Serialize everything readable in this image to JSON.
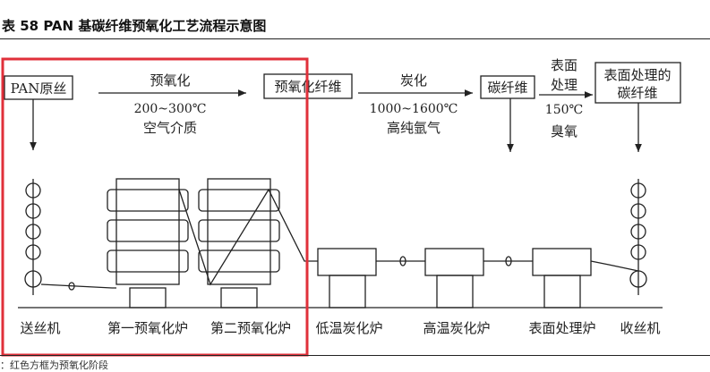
{
  "title": "表 58 PAN 基碳纤维预氧化工艺流程示意图",
  "note": "：红色方框为预氧化阶段",
  "diagram": {
    "pan_fiber": "PAN原丝",
    "preox": {
      "label": "预氧化",
      "temp": "200~300℃",
      "medium": "空气介质"
    },
    "preox_fiber": "预氧化纤维",
    "carbon": {
      "label": "炭化",
      "temp": "1000~1600℃",
      "medium": "高纯氩气"
    },
    "carbon_fiber": "碳纤维",
    "surface": {
      "label1": "表面",
      "label2": "处理",
      "temp": "150℃",
      "medium": "臭氧"
    },
    "treated_fiber1": "表面处理的",
    "treated_fiber2": "碳纤维",
    "stations": [
      "送丝机",
      "第一预氧化炉",
      "第二预氧化炉",
      "低温炭化炉",
      "高温炭化炉",
      "表面处理炉",
      "收丝机"
    ],
    "highlight_color": "#e0303a"
  }
}
